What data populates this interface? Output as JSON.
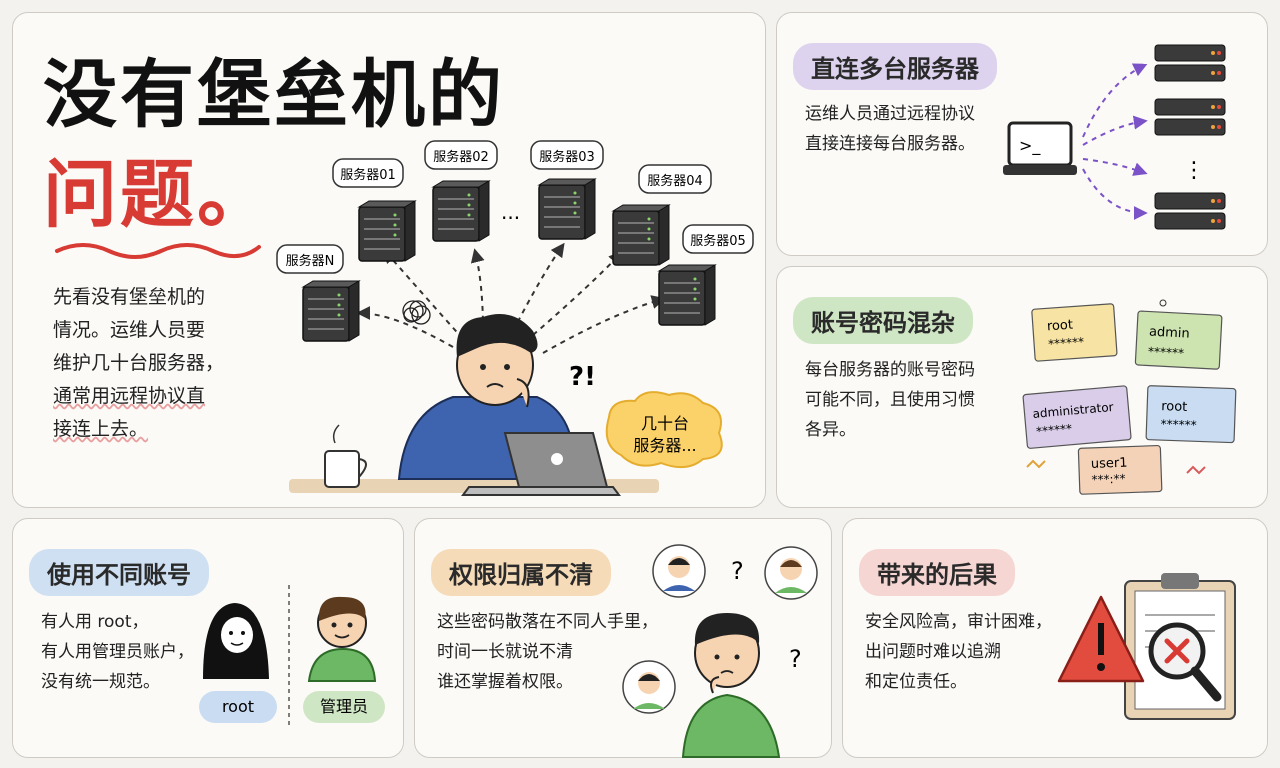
{
  "hero": {
    "title_line1": "没有堡垒机的",
    "title_line2": "问题。",
    "description_lines": [
      "先看没有堡垒机的",
      "情况。运维人员要",
      "维护几十台服务器，",
      "通常用远程协议直",
      "接连上去。"
    ],
    "server_labels": [
      "服务器01",
      "服务器02",
      "服务器03",
      "服务器04",
      "服务器05",
      "服务器N"
    ],
    "ellipsis": "...",
    "question_marks": "?!",
    "cloud_text": [
      "几十台",
      "服务器..."
    ]
  },
  "direct": {
    "heading": "直连多台服务器",
    "text_lines": [
      "运维人员通过远程协议",
      "直接连接每台服务器。"
    ],
    "terminal_prompt": ">_",
    "vertical_ellipsis": "⋮"
  },
  "accounts": {
    "heading": "账号密码混杂",
    "text_lines": [
      "每台服务器的账号密码",
      "可能不同，且使用习惯",
      "各异。"
    ],
    "cards": [
      {
        "user": "root",
        "pass": "******",
        "color": "#f7e3a3"
      },
      {
        "user": "admin",
        "pass": "******",
        "color": "#cde3b0"
      },
      {
        "user": "administrator",
        "pass": "******",
        "color": "#d9cdea"
      },
      {
        "user": "root",
        "pass": "******",
        "color": "#c9dcf2"
      },
      {
        "user": "user1",
        "pass": "***:**",
        "color": "#f4d2b8"
      }
    ]
  },
  "different": {
    "heading": "使用不同账号",
    "text_lines": [
      "有人用 root，",
      "有人用管理员账户，",
      "没有统一规范。"
    ],
    "tag_root": "root",
    "tag_admin": "管理员"
  },
  "ownership": {
    "heading": "权限归属不清",
    "text_lines": [
      "这些密码散落在不同人手里，",
      "时间一长就说不清",
      "谁还掌握着权限。"
    ],
    "question_mark": "?"
  },
  "consequence": {
    "heading": "带来的后果",
    "text_lines": [
      "安全风险高，审计困难，",
      "出问题时难以追溯",
      "和定位责任。"
    ]
  },
  "colors": {
    "title_red": "#d83a34",
    "pill_purple": "#ddd3ee",
    "pill_green": "#cfe6c4",
    "pill_blue": "#cfe0f3",
    "pill_orange": "#f6dbb8",
    "pill_red": "#f5d6d2",
    "hoodie_blue": "#3e64b0",
    "shirt_green": "#6db864"
  }
}
